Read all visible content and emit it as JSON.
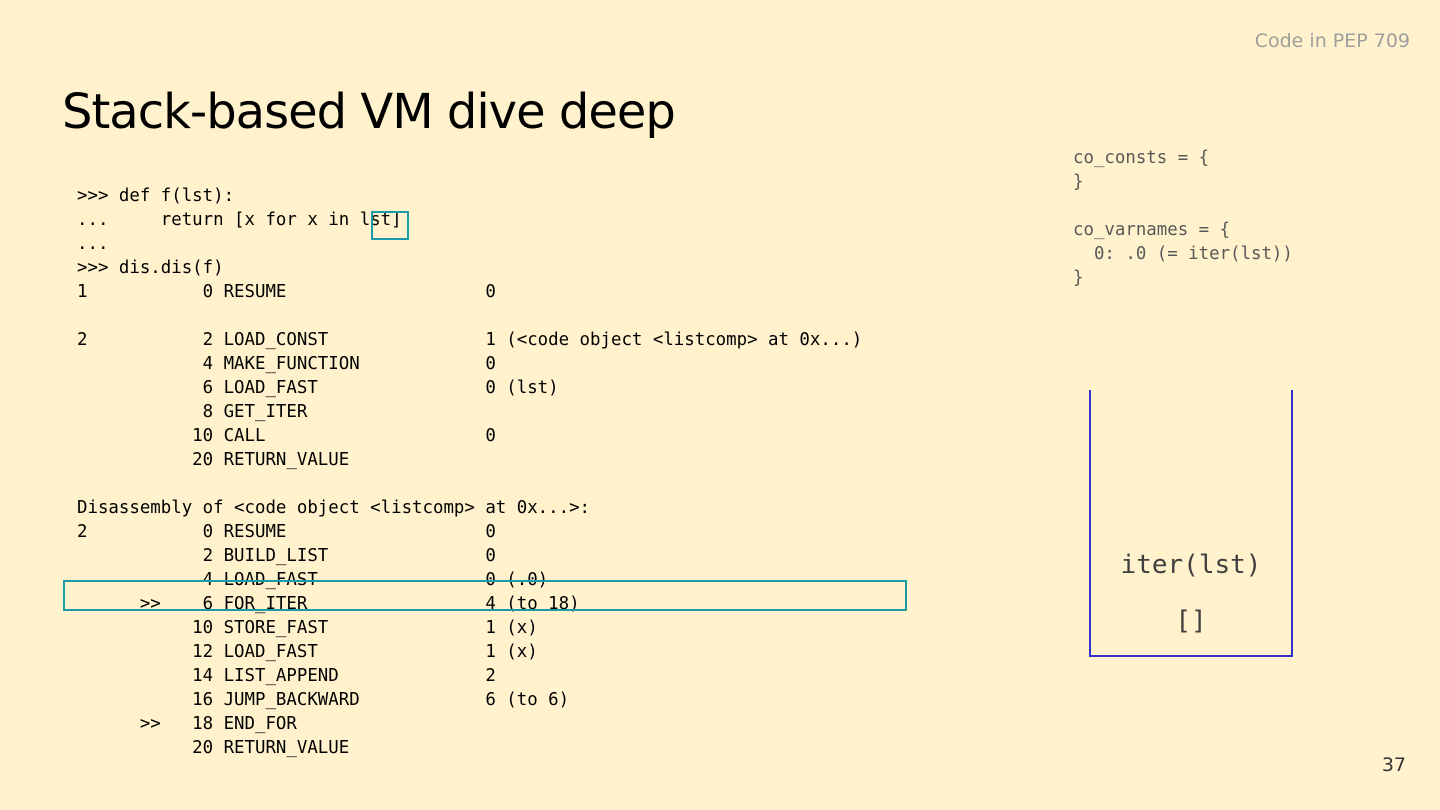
{
  "header": {
    "top_label": "Code in PEP 709",
    "title": "Stack-based VM dive deep"
  },
  "code": {
    "repl": [
      ">>> def f(lst):",
      "...     return [x for x in lst]",
      "...",
      ">>> dis.dis(f)"
    ],
    "outer": {
      "l0": "1           0 RESUME                   0",
      "l1": "2           2 LOAD_CONST               1 (<code object <listcomp> at 0x...)",
      "l2": "            4 MAKE_FUNCTION            0",
      "l3": "            6 LOAD_FAST                0 (lst)",
      "l4": "            8 GET_ITER",
      "l5": "           10 CALL                     0",
      "l6": "           20 RETURN_VALUE"
    },
    "inner": [
      "Disassembly of <code object <listcomp> at 0x...>:",
      "2           0 RESUME                   0",
      "            2 BUILD_LIST               0",
      "            4 LOAD_FAST                0 (.0)",
      "      >>    6 FOR_ITER                 4 (to 18)",
      "           10 STORE_FAST               1 (x)",
      "           12 LOAD_FAST                1 (x)",
      "           14 LIST_APPEND              2",
      "           16 JUMP_BACKWARD            6 (to 6)",
      "      >>   18 END_FOR",
      "           20 RETURN_VALUE"
    ]
  },
  "code_object": {
    "consts_open": "co_consts = {",
    "consts_close": "}",
    "varnames_open": "co_varnames = {",
    "varnames_entry": "  0: .0 (= iter(lst))",
    "varnames_close": "}"
  },
  "stack": {
    "items": [
      "iter(lst)",
      "[]"
    ]
  },
  "footer": {
    "page_number": "37"
  },
  "colors": {
    "background": "#fff2cc",
    "highlight": "#1b9aaa",
    "stack_border": "#3333cc"
  }
}
